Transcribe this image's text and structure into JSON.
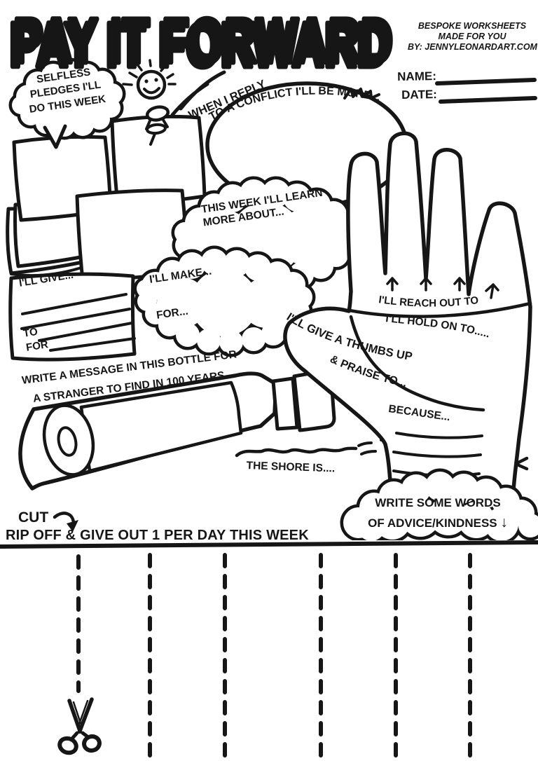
{
  "header": {
    "title": "PAY IT FORWARD",
    "credit": [
      "BESPOKE WORKSHEETS",
      "MADE FOR YOU",
      "BY: JENNYLEONARDART.COM"
    ],
    "name_label": "NAME:",
    "date_label": "DATE:"
  },
  "pledges": {
    "lines": [
      "SELFLESS",
      "PLEDGES I'LL",
      "DO THIS WEEK"
    ]
  },
  "conflict": {
    "line1": "WHEN I REPLY",
    "line2": "TO A CONFLICT I'LL BE MORE..."
  },
  "learn": {
    "line1": "THIS WEEK I'LL LEARN",
    "line2": "MORE ABOUT..."
  },
  "make": {
    "line1": "I'LL MAKE...",
    "line2": "FOR..."
  },
  "give_box": {
    "title": "I'LL GIVE...",
    "to": "TO",
    "for": "FOR"
  },
  "hand": {
    "reach": "I'LL REACH OUT TO",
    "hold": "I'LL HOLD ON TO.....",
    "thumb1": "I'LL GIVE A THUMBS UP",
    "thumb2": "& PRAISE TO...",
    "because": "BECAUSE..."
  },
  "bottle": {
    "line1": "WRITE A MESSAGE IN THIS BOTTLE FOR",
    "line2": "A STRANGER TO FIND IN 100 YEARS",
    "shore": "THE SHORE IS...."
  },
  "footer": {
    "cut": "CUT",
    "rip": "RIP OFF & GIVE OUT 1 PER DAY THIS WEEK",
    "advice1": "WRITE SOME WORDS",
    "advice2": "OF ADVICE/KINDNESS",
    "down_arrow": "↓"
  },
  "colors": {
    "ink": "#161616",
    "paper": "#ffffff"
  }
}
